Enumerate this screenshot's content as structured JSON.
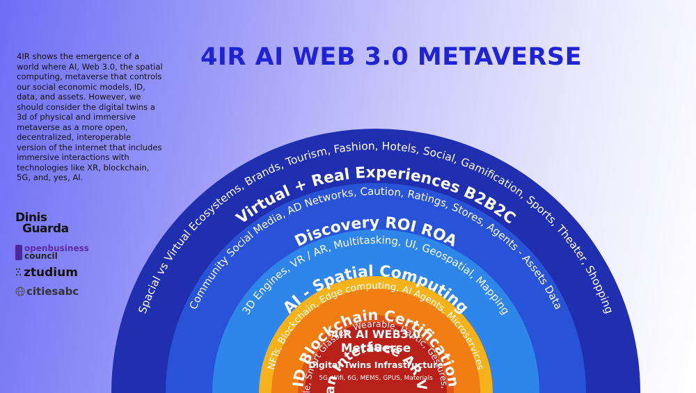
{
  "title": "4IR AI WEB 3.0 METAVERSE",
  "intro": "4IR shows the emergence of a world where AI, Web 3.0, the spatial computing, metaverse that controls our social economic models, ID, data, and assets. However, we should consider the digital twins a 3d of physical and immersive metaverse as a more open, decentralized, interoperable version of the internet that includes immersive interactions with technologies like XR, blockchain, 5G, and, yes, AI.",
  "logos": {
    "dinis_line1": "Dinis",
    "dinis_line2": "Guarda",
    "obc_line1": "openbusiness",
    "obc_line2": "council",
    "ztudium": "ztudium",
    "citiesabc": "citiesabc"
  },
  "colors": {
    "ring1": "#1f2fb0",
    "ring2": "#2853d6",
    "ring3": "#2f86ea",
    "ring4": "#2a55c8",
    "ring5": "#f5b21a",
    "ring6": "#f07e12",
    "ring7": "#e0541a",
    "ring8": "#b8201a",
    "accent_title": "#1f23d4"
  },
  "rings": [
    {
      "title": "Virtual + Real Experiences B2B2C",
      "subtitle": "Spacial vs Virtual Ecosystems, Brands, Tourism, Fashion, Hotels, Social, Gamification, Sports, Theater, Shopping"
    },
    {
      "title": "Discovery ROI ROA",
      "subtitle": "Community Social Media, AD Networks, Caution, Ratings, Stores, Agents - Assets Data"
    },
    {
      "title": "AI - Spatial Computing",
      "subtitle": "3D Engines, VR / AR, Multitasking, UI, Geospatial, Mapping"
    },
    {
      "title": "ID Blockchain Certification",
      "subtitle": "NFTs, Blockchain, Edge computing, AI Agents, Microservices"
    },
    {
      "title": "Human Interface AR VR MR",
      "subtitle": "Motion, Mobile, Smart Glasses, Wearable, Haptic, Gestures, Voice, Neural"
    }
  ],
  "core": {
    "line1": "4IR AI WEB3.0",
    "line2": "Metaverse",
    "line3": "Digital Twins Infrastructure",
    "line4": "5G, Wifi, 6G, MEMS, GPUS, Materials"
  }
}
